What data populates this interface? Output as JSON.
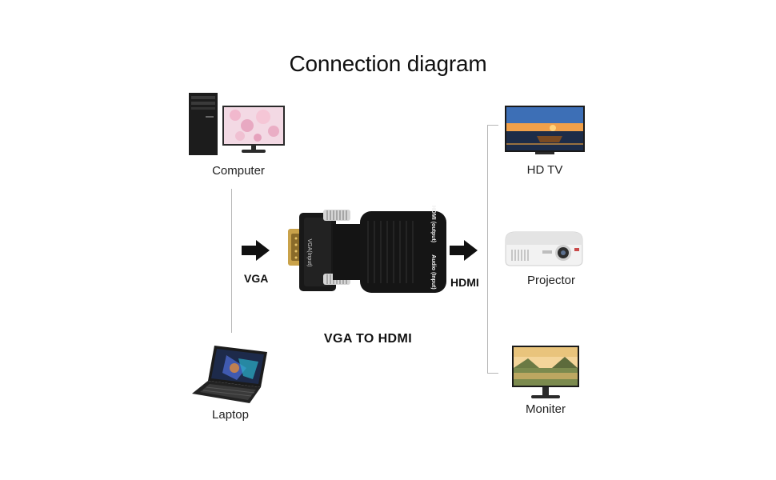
{
  "diagram": {
    "title": "Connection diagram",
    "sources": {
      "computer_label": "Computer",
      "laptop_label": "Laptop"
    },
    "input_label": "VGA",
    "output_label": "HDMI",
    "adapter_caption": "VGA TO HDMI",
    "adapter_text": {
      "vga_port": "VGA(Input)",
      "hdmi_port": "HDMI (output)",
      "audio_port": "Audio (Input)"
    },
    "outputs": {
      "hdtv_label": "HD TV",
      "projector_label": "Projector",
      "monitor_label": "Moniter"
    }
  },
  "colors": {
    "adapter_body": "#151515",
    "vga_pins": "#c9a24a",
    "connector_line": "#b7b7b7",
    "arrow": "#111111"
  }
}
